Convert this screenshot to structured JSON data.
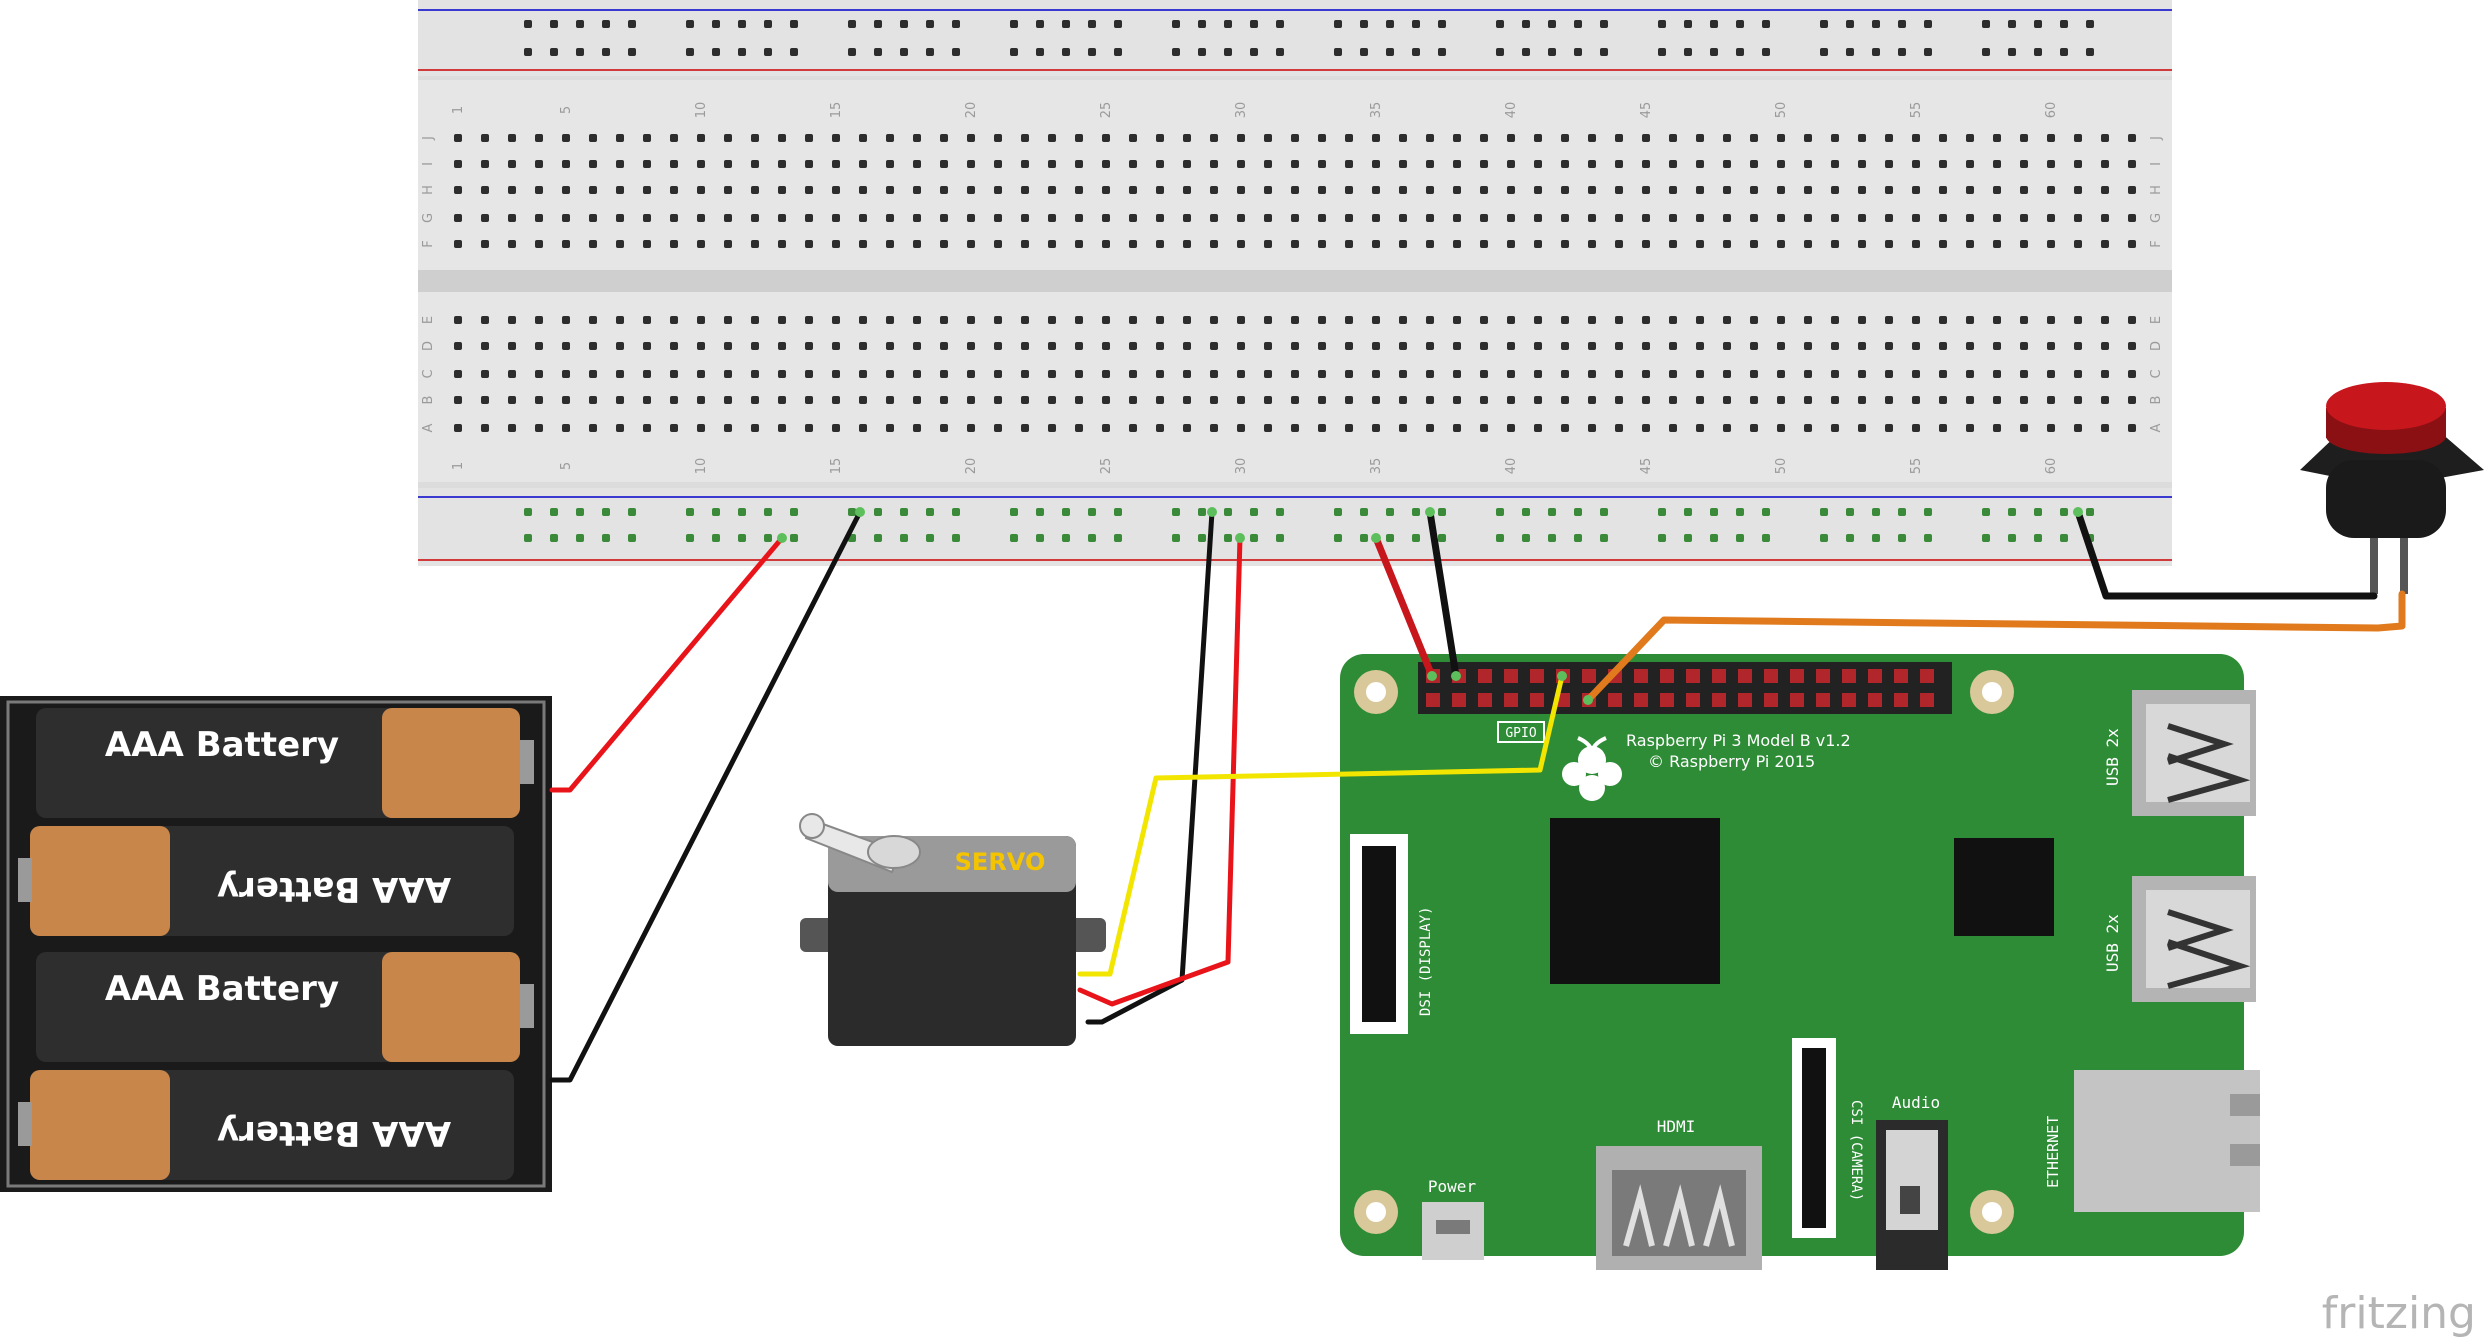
{
  "breadboard": {
    "column_numbers": [
      "1",
      "5",
      "10",
      "15",
      "20",
      "25",
      "30",
      "35",
      "40",
      "45",
      "50",
      "55",
      "60"
    ],
    "row_letters_top": [
      "J",
      "I",
      "H",
      "G",
      "F"
    ],
    "row_letters_bottom": [
      "E",
      "D",
      "C",
      "B",
      "A"
    ]
  },
  "batteries": {
    "cell_label": "AAA Battery",
    "count": 4
  },
  "servo": {
    "label": "SERVO"
  },
  "raspberry_pi": {
    "model": "Raspberry Pi 3 Model B v1.2",
    "copyright": "© Raspberry Pi 2015",
    "gpio_label": "GPIO",
    "dsi_label": "DSI (DISPLAY)",
    "csi_label": "CSI (CAMERA)",
    "hdmi_label": "HDMI",
    "power_label": "Power",
    "audio_label": "Audio",
    "usb_label": "USB 2x",
    "ethernet_label": "ETHERNET"
  },
  "push_button": {
    "cap_color": "#c8161d"
  },
  "wires": [
    {
      "from": "battery-positive",
      "to": "breadboard-power-rail",
      "color": "#e8141a"
    },
    {
      "from": "battery-negative",
      "to": "breadboard-ground-rail",
      "color": "#111111"
    },
    {
      "from": "servo-ground",
      "to": "breadboard-ground-rail",
      "color": "#111111"
    },
    {
      "from": "servo-power",
      "to": "breadboard-power-rail",
      "color": "#e8141a"
    },
    {
      "from": "servo-signal",
      "to": "gpio-pin",
      "color": "#f2e600"
    },
    {
      "from": "gpio-5v",
      "to": "breadboard-power-rail",
      "color": "#c8161d"
    },
    {
      "from": "gpio-gnd",
      "to": "breadboard-ground-rail",
      "color": "#111111"
    },
    {
      "from": "gpio-pin",
      "to": "push-button",
      "color": "#e07a1c"
    },
    {
      "from": "push-button",
      "to": "breadboard-ground-rail",
      "color": "#111111"
    }
  ],
  "watermark": "fritzing"
}
